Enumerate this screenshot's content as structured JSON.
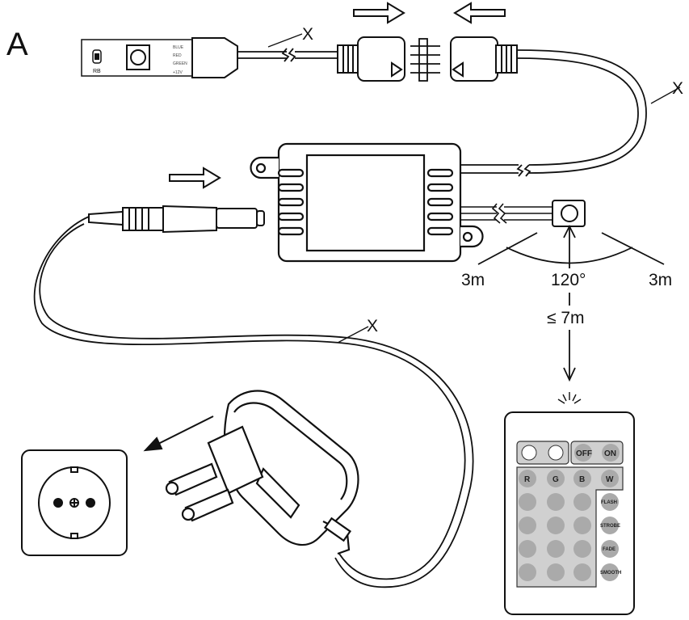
{
  "figure_label": "A",
  "cable_marks": [
    "X",
    "X",
    "X"
  ],
  "led_strip": {
    "label": "RB",
    "pins": [
      "BLUE",
      "RED",
      "GREEN",
      "+12V"
    ]
  },
  "ir_receiver": {
    "angle_label": "120°",
    "range_left": "3m",
    "range_right": "3m",
    "distance_label": "≤ 7m"
  },
  "remote": {
    "buttons_top": [
      "OFF",
      "ON"
    ],
    "color_buttons": [
      "R",
      "G",
      "B",
      "W"
    ],
    "mode_buttons": [
      "FLASH",
      "STROBE",
      "FADE",
      "SMOOTH"
    ]
  }
}
